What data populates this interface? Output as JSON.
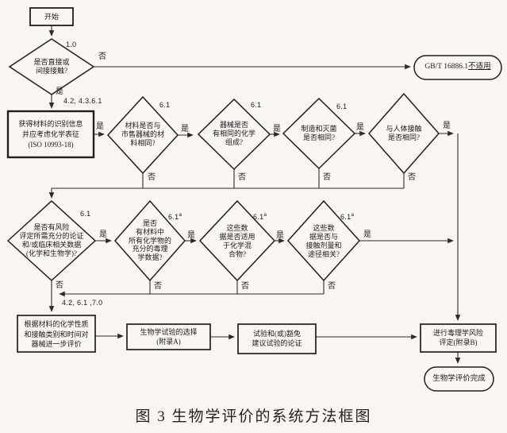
{
  "figure": {
    "caption": "图 3 生物学评价的系统方法框图"
  },
  "edge_labels": {
    "yes": "是",
    "no": "否"
  },
  "refs": {
    "contact": "1.0",
    "material_info": "4.2, 4.3.6.1",
    "sec61": "6.1",
    "sec61_sup": "a",
    "further_eval": "4.2, 6.1 ,7.0"
  },
  "nodes": {
    "start": "开始",
    "q_contact": "是否直接或\n间接接触?",
    "not_applicable_prefix": "GB/T 16886.1",
    "not_applicable_underline": "不适用",
    "material_info": "获得材料的识别信息\n并应考虑化学表征\n(ISO 10993-18)",
    "q_same_material": "材料是否与\n市售器械的材\n料相同?",
    "q_same_composition": "器械是否\n有相同的化学\n组成?",
    "q_same_manufacture": "制造和灭菌\n是否相同?",
    "q_same_contact": "与人体接触\n是否相同?",
    "q_sufficient_data": "是否有风险\n评定所需充分的论证\n和/或临床相关数据\n(化学和生物学)?",
    "q_tox_data": "是否\n有材料中\n所有化学物的\n充分的毒理\n学数据?",
    "q_mixture": "这些数\n据是否适用\n于化学混\n合物?",
    "q_dose_route": "这些数\n据是否与\n接触剂量和\n途径相关?",
    "further_evaluation": "根据材料的化学性质\n和接触类别和时间对\n器械进一步评价",
    "test_selection": "生物学试验的选择\n(附录A)",
    "test_justification": "试验和(或)豁免\n建议试验的论证",
    "tox_risk_assessment": "进行毒理学风险\n评定(附录B)",
    "evaluation_complete": "生物学评价完成"
  }
}
